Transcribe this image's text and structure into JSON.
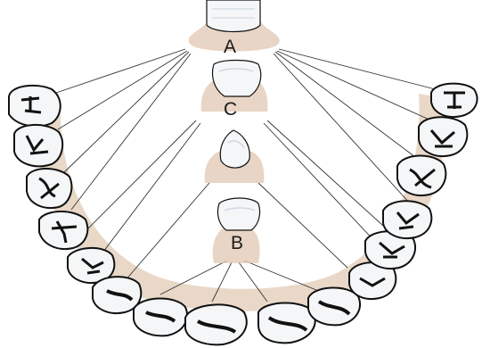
{
  "diagram": {
    "labels": {
      "a": "A",
      "b": "B",
      "c": "C"
    },
    "colors": {
      "gum": "#e2cbb6",
      "outline": "#111111",
      "tooth_fill": "#f4f6f8",
      "tooth_shade": "#c9d4dd",
      "leader": "#333333"
    }
  }
}
